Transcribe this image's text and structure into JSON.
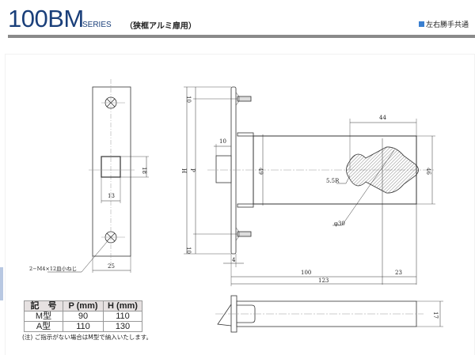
{
  "header": {
    "model": "100BM",
    "series": "SERIES",
    "subtitle": "（狭框アルミ扉用）",
    "tag_label": "左右勝手共通",
    "tag_color": "#3a7fd0",
    "title_color": "#1a3f7a"
  },
  "drawing": {
    "strike_plate": {
      "width_dim": "25",
      "hole_width_dim": "13",
      "hole_height_dim": "18",
      "screw_callout": "2−M4×12皿小ねじ"
    },
    "side_view": {
      "top_offset_dim": "10",
      "bottom_offset_dim": "10",
      "h_label": "H",
      "p_label": "P",
      "latch_depth_dim": "10",
      "body_height_dim": "49",
      "plate_thickness_dim": "4"
    },
    "body": {
      "cam_width_dim": "44",
      "body_height_dim": "46",
      "radius_callout": "5.5R",
      "diameter_callout": "φ30",
      "length_100_dim": "100",
      "length_23_dim": "23",
      "total_length_dim": "123"
    },
    "top_view": {
      "thickness_dim": "17"
    }
  },
  "spec_table": {
    "headers": [
      "記　号",
      "P (mm)",
      "H (mm)"
    ],
    "rows": [
      [
        "M型",
        "90",
        "110"
      ],
      [
        "A型",
        "110",
        "130"
      ]
    ]
  },
  "note": "(注) ご指示がない場合はM型で納入いたします。"
}
